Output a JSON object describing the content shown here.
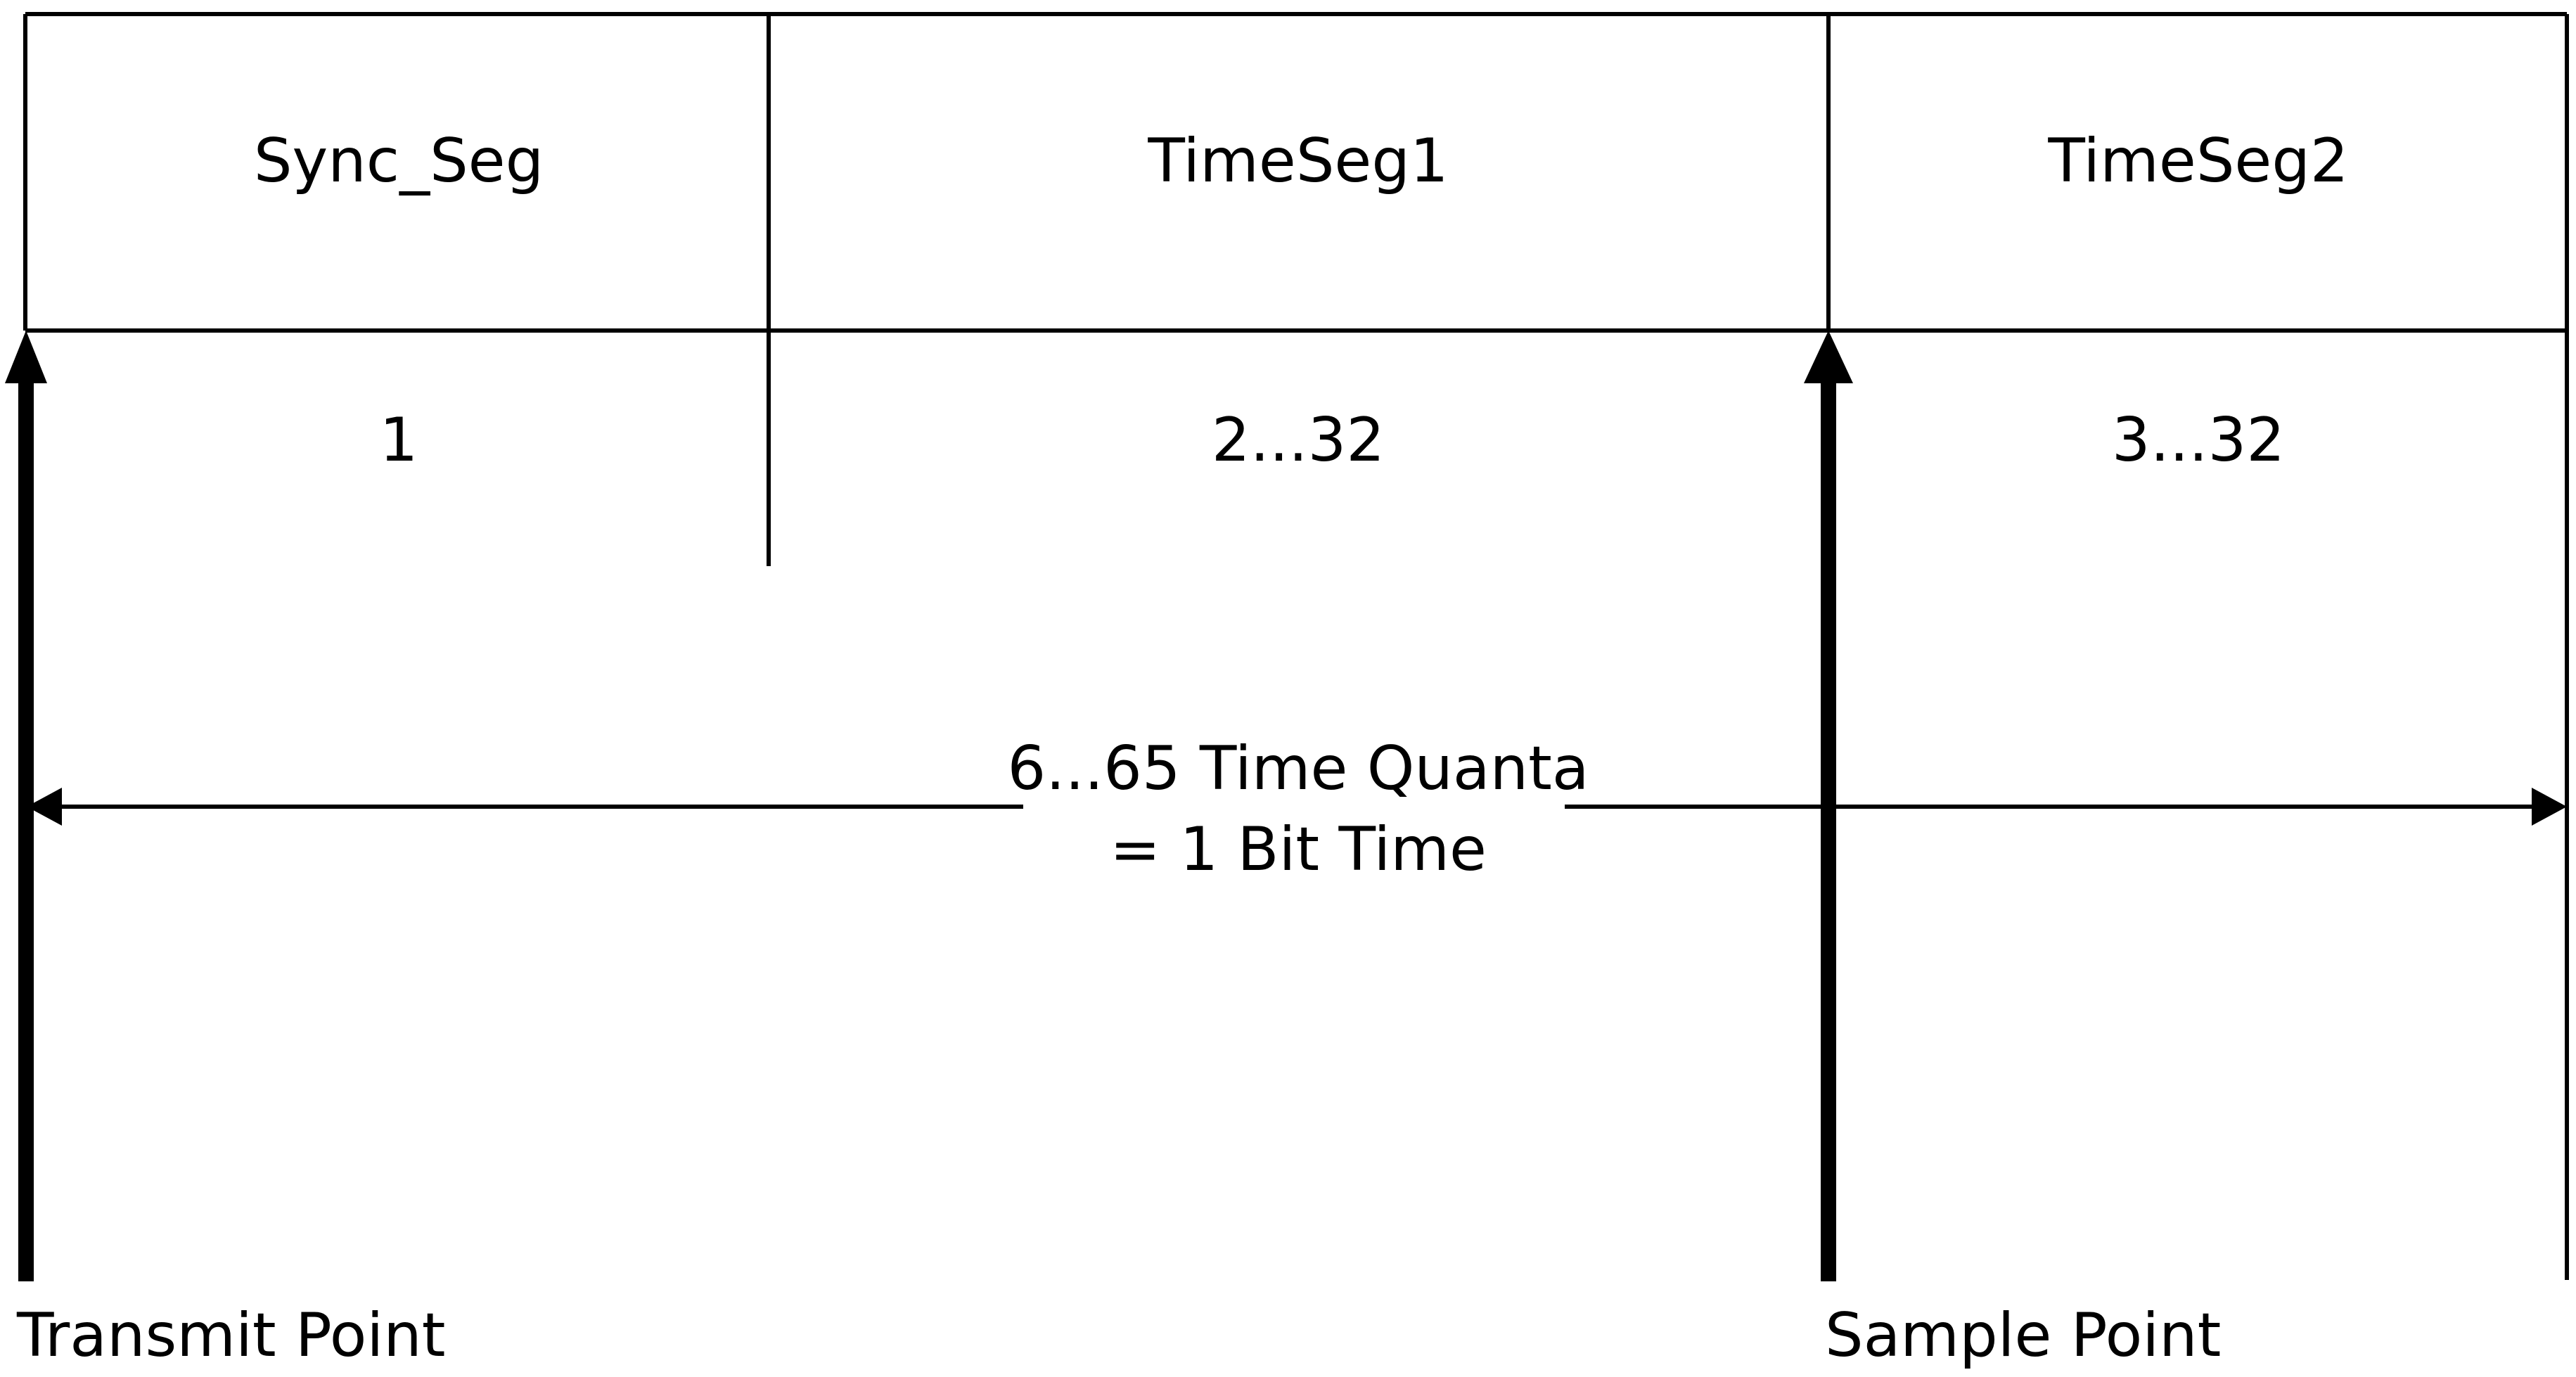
{
  "segments": [
    {
      "name": "Sync_Seg",
      "quanta": "1"
    },
    {
      "name": "TimeSeg1",
      "quanta": "2...32"
    },
    {
      "name": "TimeSeg2",
      "quanta": "3...32"
    }
  ],
  "bit_time": {
    "line1": "6...65 Time Quanta",
    "line2": "= 1 Bit Time"
  },
  "points": {
    "transmit": "Transmit Point",
    "sample": "Sample Point"
  },
  "colors": {
    "stroke": "#000000",
    "background": "#ffffff"
  }
}
